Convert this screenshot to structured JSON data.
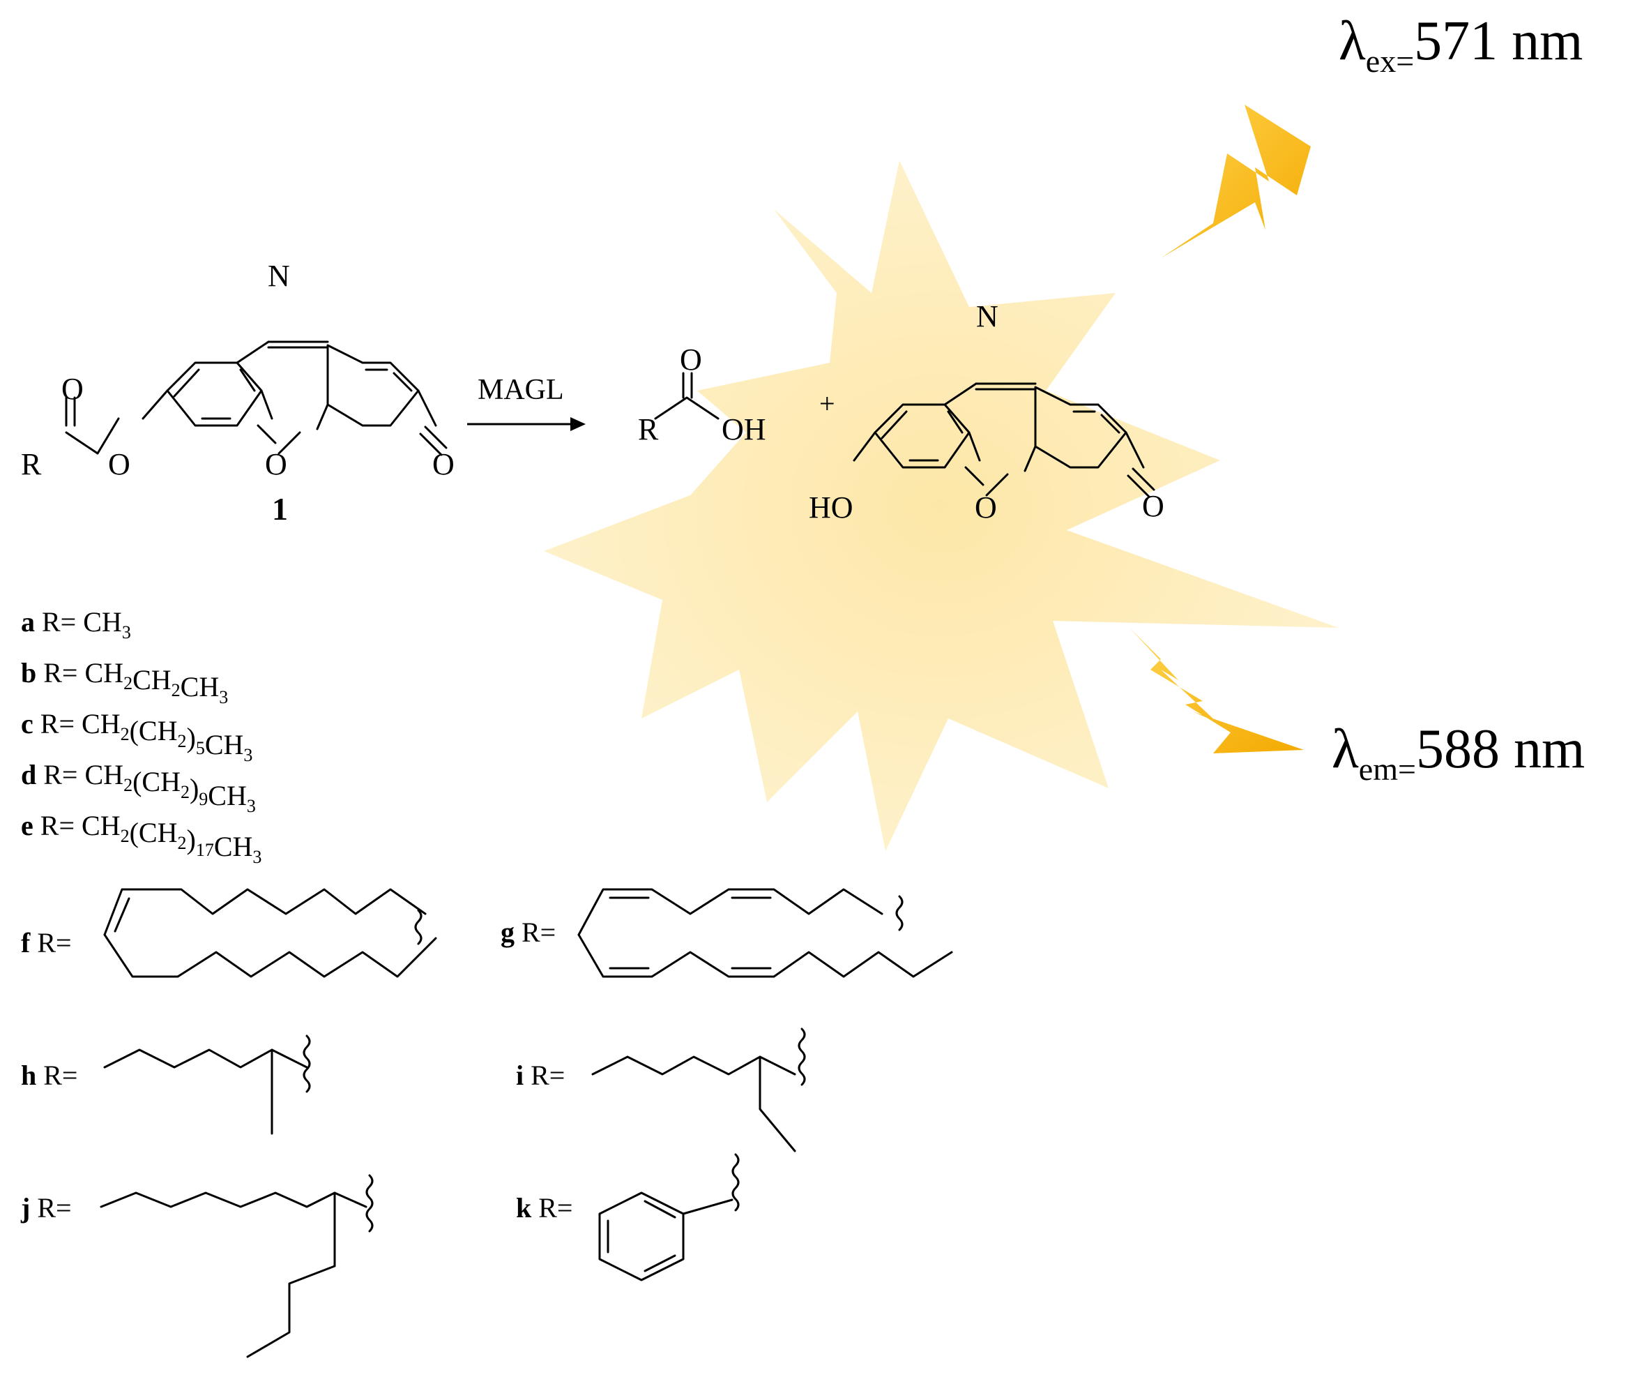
{
  "reaction": {
    "substrate_label": "1",
    "enzyme": "MAGL",
    "plus": "+",
    "acid": {
      "R": "R",
      "O": "O",
      "OH": "OH"
    },
    "substrate_atoms": {
      "N": "N",
      "O_ring": "O",
      "O_keto": "O",
      "O_ester": "O",
      "O_carbonyl": "O",
      "R": "R"
    },
    "product_atoms": {
      "N": "N",
      "O_ring": "O",
      "O_keto": "O",
      "HO": "HO"
    }
  },
  "fluorescence": {
    "excitation": {
      "symbol": "λ",
      "sub": "ex=",
      "value": "571 nm"
    },
    "emission": {
      "symbol": "λ",
      "sub": "em=",
      "value": "588 nm"
    },
    "colors": {
      "burst": "#fde7a8",
      "bolt": "#f7b500",
      "bolt_edge": "#ffd54f"
    }
  },
  "substituents": [
    {
      "key": "a",
      "eq": "R= ",
      "text": "CH",
      "sub": "3"
    },
    {
      "key": "b",
      "eq": "R= ",
      "parts": [
        [
          "CH",
          "2"
        ],
        [
          "CH",
          "2"
        ],
        [
          "CH",
          "3"
        ]
      ]
    },
    {
      "key": "c",
      "eq": "R= ",
      "parts": [
        [
          "CH",
          "2"
        ],
        [
          "(CH",
          "2"
        ],
        [
          ")",
          "5"
        ],
        [
          "CH",
          "3"
        ]
      ]
    },
    {
      "key": "d",
      "eq": "R= ",
      "parts": [
        [
          "CH",
          "2"
        ],
        [
          "(CH",
          "2"
        ],
        [
          ")",
          "9"
        ],
        [
          "CH",
          "3"
        ]
      ]
    },
    {
      "key": "e",
      "eq": "R= ",
      "parts": [
        [
          "CH",
          "2"
        ],
        [
          "(CH",
          "2"
        ],
        [
          ")",
          "17"
        ],
        [
          "CH",
          "3"
        ]
      ]
    }
  ],
  "structures": [
    {
      "key": "f",
      "eq": "R="
    },
    {
      "key": "g",
      "eq": "R="
    },
    {
      "key": "h",
      "eq": "R="
    },
    {
      "key": "i",
      "eq": "R="
    },
    {
      "key": "j",
      "eq": "R="
    },
    {
      "key": "k",
      "eq": "R="
    }
  ]
}
